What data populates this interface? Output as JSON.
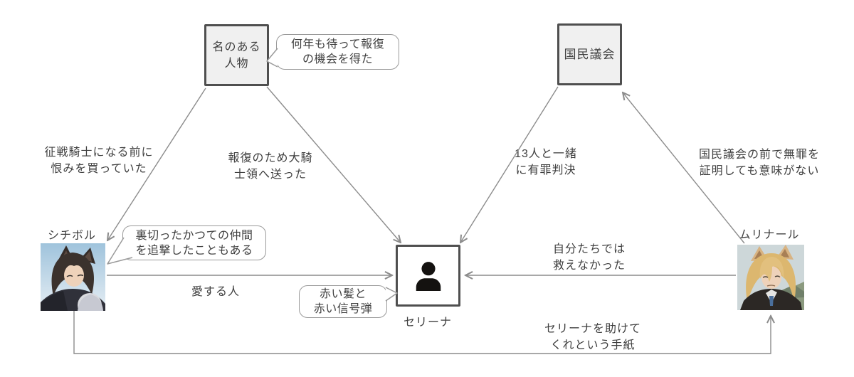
{
  "colors": {
    "line": "#8c8c8c",
    "box_border": "#4f4f4f",
    "box_fill": "#f0f0f0",
    "text": "#3f3f3f",
    "bubble_border": "#9a9a9a",
    "icon": "#141210"
  },
  "icons": {
    "serina_box": "person-silhouette-icon"
  },
  "nodes": {
    "named_person": {
      "lines": [
        "名のある",
        "人物"
      ]
    },
    "assembly": {
      "label": "国民議会"
    },
    "shichibol": {
      "name": "シチボル"
    },
    "serina": {
      "name": "セリーナ"
    },
    "mulinar": {
      "name": "ムリナール"
    }
  },
  "bubbles": {
    "revenge_chance": {
      "lines": [
        "何年も待って報復",
        "の機会を得た"
      ]
    },
    "pursued_comrades": {
      "lines": [
        "裏切ったかつての仲間",
        "を追撃したこともある"
      ]
    },
    "red_hair": {
      "lines": [
        "赤い髪と",
        "赤い信号弾"
      ]
    }
  },
  "edge_labels": {
    "grudge": {
      "lines": [
        "征戦騎士になる前に",
        "恨みを買っていた"
      ]
    },
    "sent_for_revenge": {
      "lines": [
        "報復のため大騎",
        "士領へ送った"
      ]
    },
    "guilty_verdict": {
      "lines": [
        "13人と一緒",
        "に有罪判決"
      ]
    },
    "cannot_prove": {
      "lines": [
        "国民議会の前で無罪を",
        "証明しても意味がない"
      ]
    },
    "could_not_save": {
      "lines": [
        "自分たちでは",
        "救えなかった"
      ]
    },
    "loved_one": {
      "label": "愛する人"
    },
    "letter": {
      "lines": [
        "セリーナを助けて",
        "くれという手紙"
      ]
    }
  }
}
